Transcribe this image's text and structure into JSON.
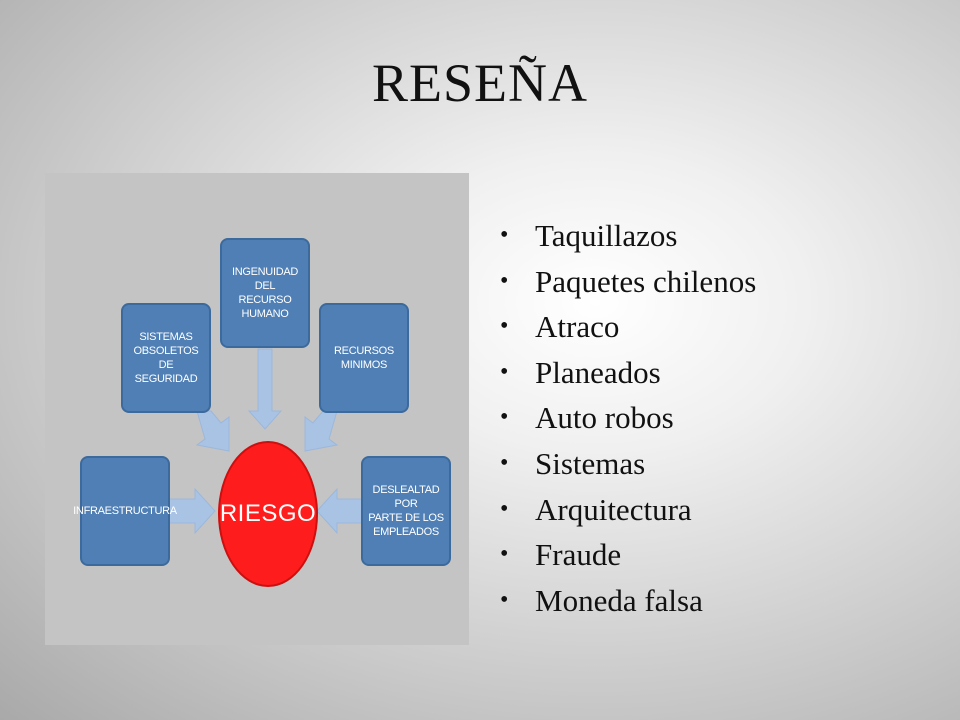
{
  "slide": {
    "title": "RESEÑA"
  },
  "diagram": {
    "center": "RIESGO",
    "boxes": [
      "SISTEMAS\nOBSOLETOS DE\nSEGURIDAD",
      "INGENUIDAD DEL\nRECURSO HUMANO",
      "RECURSOS\nMINIMOS",
      "INFRAESTRUCTURA",
      "DESLEALTAD POR\nPARTE DE LOS\nEMPLEADOS"
    ],
    "colors": {
      "box_fill": "#4f7fb5",
      "arrow_fill": "#a9c3e4",
      "center_fill": "#ff1c1c",
      "panel_bg": "#c4c4c4"
    }
  },
  "bullets": [
    "Taquillazos",
    "Paquetes chilenos",
    "Atraco",
    "Planeados",
    "Auto robos",
    "Sistemas",
    "Arquitectura",
    "Fraude",
    "Moneda falsa"
  ]
}
